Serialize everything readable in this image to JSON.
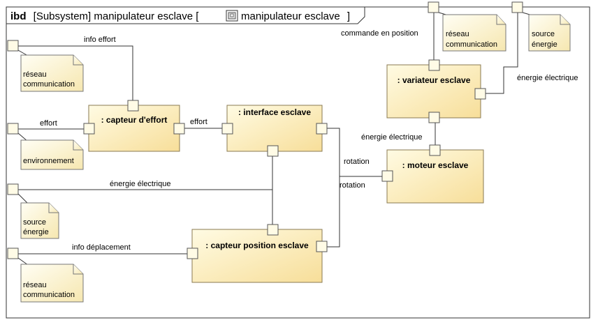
{
  "frame": {
    "keyword": "ibd",
    "title_text": "[Subsystem] manipulateur esclave [",
    "context": "manipulateur esclave",
    "close_bracket": "]",
    "icon": "block-diagram-icon"
  },
  "blocks": {
    "capteur_effort": ": capteur d'effort",
    "interface_esclave": ": interface esclave",
    "capteur_position": ": capteur position esclave",
    "variateur": ": variateur esclave",
    "moteur": ": moteur esclave"
  },
  "connectors": {
    "info_effort": "info effort",
    "effort_1": "effort",
    "effort_2": "effort",
    "energie_gauche": "énergie électrique",
    "info_deplacement": "info déplacement",
    "rotation_1": "rotation",
    "rotation_2": "rotation",
    "energie_moteur": "énergie électrique",
    "energie_variateur": "énergie électrique",
    "commande_position": "commande en position"
  },
  "notes": {
    "reseau_1": [
      "réseau",
      "communication"
    ],
    "environnement": [
      "environnement"
    ],
    "source_gauche": [
      "source",
      "énergie"
    ],
    "reseau_2": [
      "réseau",
      "communication"
    ],
    "reseau_haut": [
      "réseau",
      "communication"
    ],
    "source_haut": [
      "source",
      "énergie"
    ]
  }
}
